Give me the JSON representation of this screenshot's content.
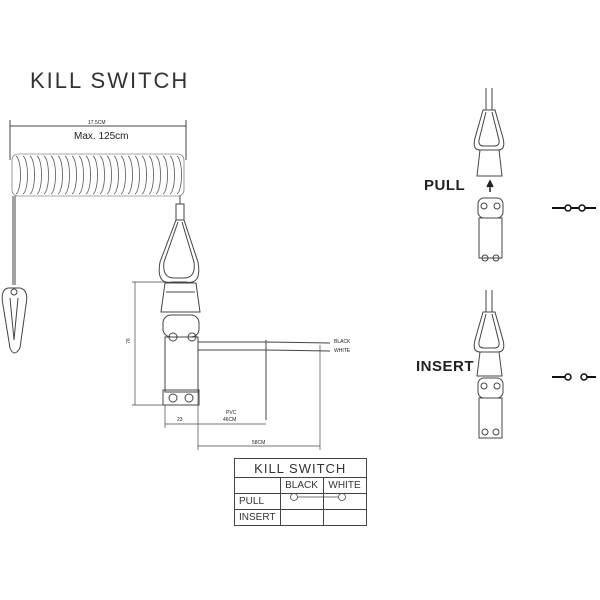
{
  "title": "KILL SWITCH",
  "dimensions": {
    "coil_length": "17.5CM",
    "max_length": "Max. 125cm",
    "height": "76",
    "small_width": "23",
    "pvc_label": "PVC",
    "pvc_length": "46CM",
    "total_length": "58CM"
  },
  "wires": {
    "black": "BLACK",
    "white": "WHITE"
  },
  "states": {
    "pull": "PULL",
    "insert": "INSERT"
  },
  "table": {
    "title": "KILL SWITCH",
    "col_black": "BLACK",
    "col_white": "WHITE",
    "row_pull": "PULL",
    "row_insert": "INSERT"
  },
  "icons": {
    "coil": "coiled-lanyard",
    "clip": "snap-hook-clip",
    "loop": "wire-loop",
    "switch_body": "switch-body",
    "arrow": "up-arrow-icon",
    "contact_closed": "closed-contact-icon",
    "contact_open": "open-contact-icon"
  }
}
